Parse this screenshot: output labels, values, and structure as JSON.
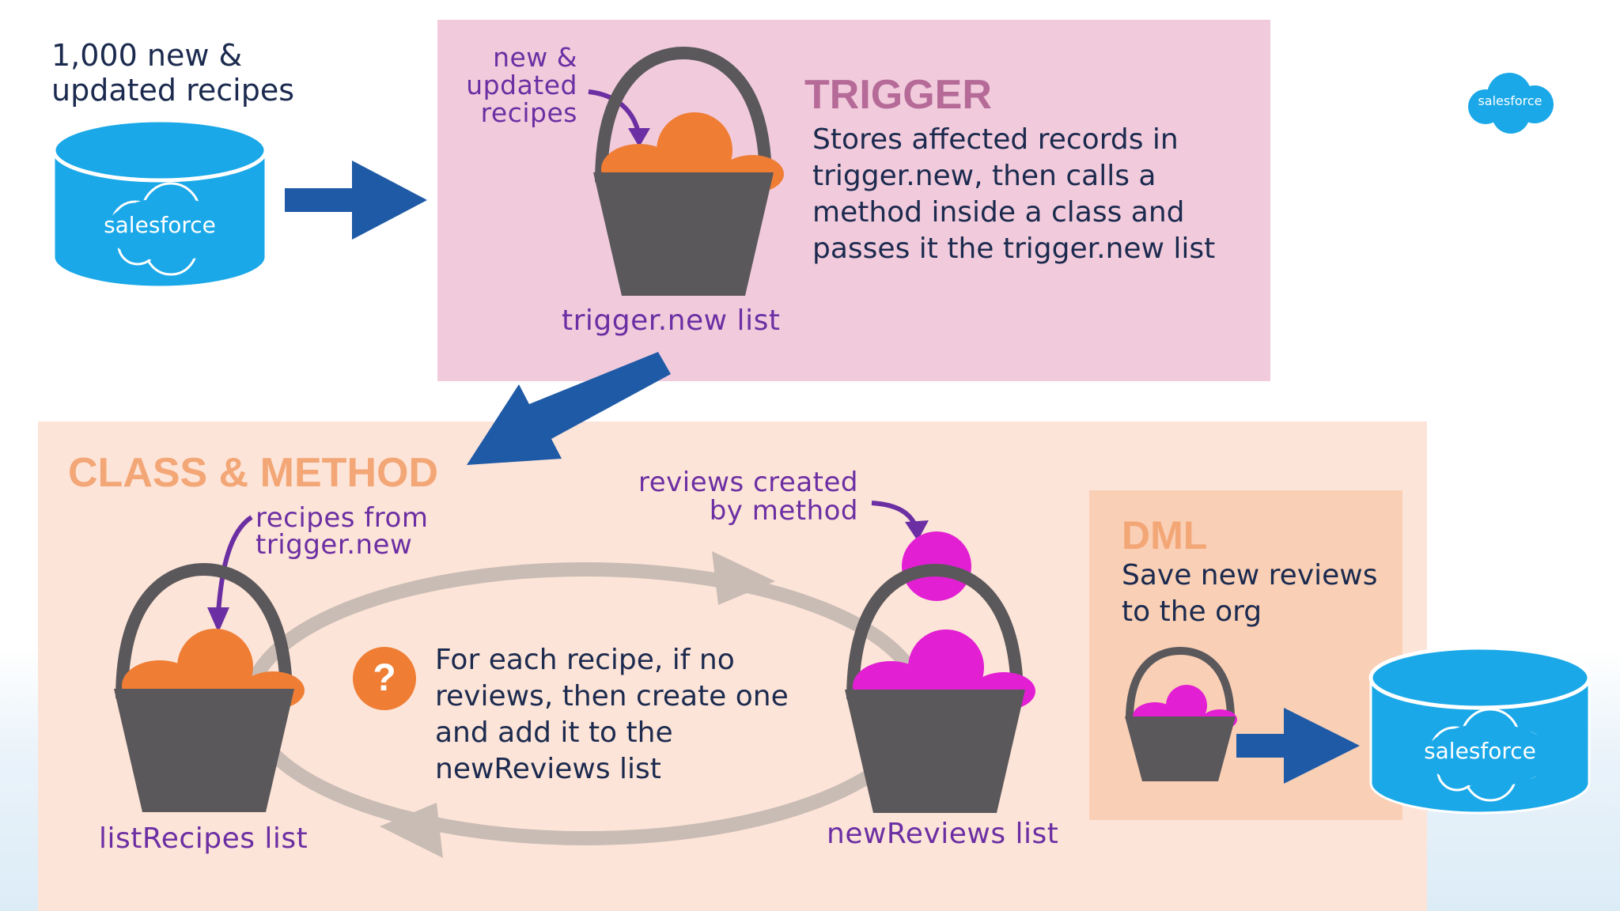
{
  "source": {
    "caption_line1": "1,000 new &",
    "caption_line2": "updated recipes",
    "logo_text": "salesforce"
  },
  "corner_logo": {
    "text": "salesforce"
  },
  "trigger": {
    "heading": "TRIGGER",
    "description": [
      "Stores affected records in",
      "trigger.new, then calls a",
      "method inside a class and",
      "passes it the trigger.new list"
    ],
    "note": [
      "new &",
      "updated",
      "recipes"
    ],
    "basket_label": "trigger.new list"
  },
  "class_method": {
    "heading": "CLASS & METHOD",
    "note_recipes": [
      "recipes from",
      "trigger.new"
    ],
    "note_reviews": [
      "reviews created",
      "by method"
    ],
    "loop_icon": "?",
    "loop_text": [
      "For each recipe, if no",
      "reviews, then create one",
      "and add it to the",
      "newReviews list"
    ],
    "label_list_recipes": "listRecipes list",
    "label_new_reviews": "newReviews list"
  },
  "dml": {
    "heading": "DML",
    "description": [
      "Save new reviews",
      "to the org"
    ],
    "logo_text": "salesforce"
  },
  "colors": {
    "trigger_panel": "#f1cbdc",
    "class_panel": "#fde4d8",
    "dml_panel": "#f9cfb6",
    "arrow_blue": "#1f5aa6",
    "db_blue": "#1aa8e8",
    "basket_gray": "#5b585b",
    "record_orange": "#ef7d34",
    "review_magenta": "#e21fd3",
    "annotation_purple": "#6b2fa3"
  },
  "icons": [
    "database-icon",
    "cloud-logo-icon",
    "basket-icon",
    "arrow-right-icon",
    "arrow-diagonal-icon",
    "question-icon",
    "cycle-arrow-icon"
  ]
}
